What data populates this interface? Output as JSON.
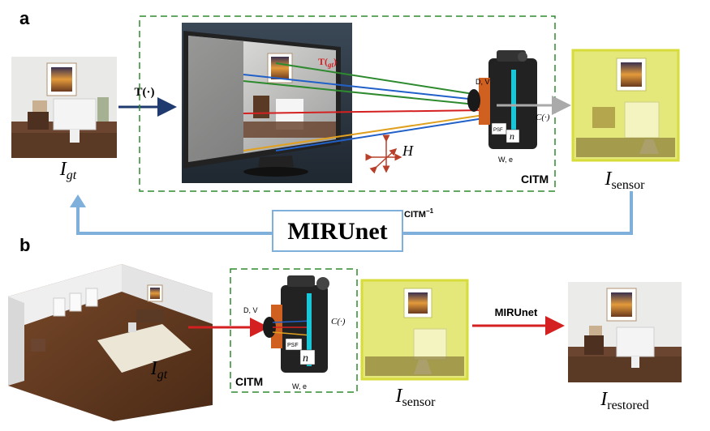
{
  "panel_a": {
    "label": "a",
    "input_label": "I",
    "input_sub": "gt",
    "transform_label": "T(·)",
    "monitor_label": "T(",
    "monitor_label_sub": "gt",
    "dv_label": "D, V",
    "psf_label": "PSF",
    "n_label": "n",
    "we_label": "W, e",
    "c_label": "C(·)",
    "h_label": "H",
    "citm_label": "CITM",
    "output_label": "I",
    "output_sub": "sensor",
    "inverse_label": "CITM",
    "inverse_sup": "−1",
    "net_label": "MIRUnet"
  },
  "panel_b": {
    "label": "b",
    "input_label": "I",
    "input_sub": "gt",
    "dv_label": "D, V",
    "c_label": "C(·)",
    "psf_label": "PSF",
    "n_label": "n",
    "we_label": "W, e",
    "citm_label": "CITM",
    "sensor_label": "I",
    "sensor_sub": "sensor",
    "net_label": "MIRUnet",
    "restored_label": "I",
    "restored_sub": "restored"
  }
}
